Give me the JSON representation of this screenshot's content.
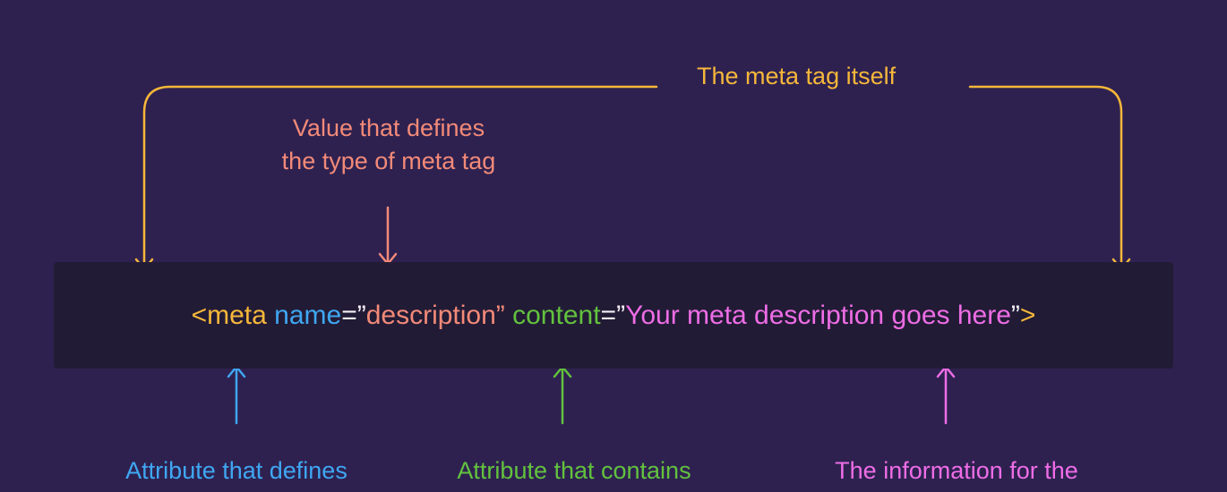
{
  "colors": {
    "background": "#2e2150",
    "code_background": "#221b35",
    "tag": "#f6b73a",
    "name_attribute": "#3fa7f2",
    "punctuation": "#f4f0f7",
    "type_value": "#f38a78",
    "content_attribute": "#62c23e",
    "content_value": "#ee6de6"
  },
  "labels": {
    "meta_tag_itself": "The meta tag itself",
    "type_value_line1": "Value that defines",
    "type_value_line2": "the type of meta tag",
    "name_attribute_line1": "Attribute that defines",
    "content_attribute_line1": "Attribute that contains",
    "information_line1": "The information for the"
  },
  "code": {
    "open_tag": "<meta",
    "name_attr": "name",
    "equals_open_quote_1": "=”",
    "name_value": "description",
    "close_quote_1": "”",
    "content_attr": "content",
    "equals_open_quote_2": "=”",
    "content_value": "Your meta description goes here",
    "close_quote_2": "”",
    "close_tag": ">"
  },
  "icons": {
    "bracket": "bracket-down-arrows-icon",
    "down_arrow": "arrow-down-icon",
    "up_arrows": "arrow-up-icon"
  }
}
